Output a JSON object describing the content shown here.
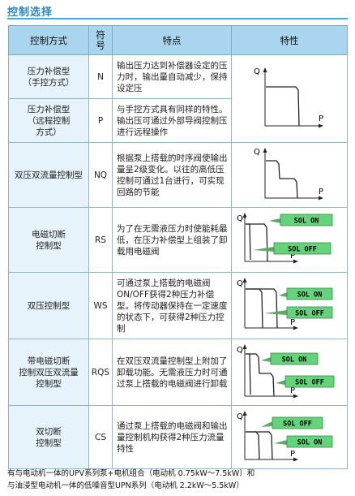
{
  "heading": "控制选择",
  "table": {
    "headers": {
      "method": "控制方式",
      "symbol": "符号",
      "feature": "特点",
      "character": "特性"
    },
    "rows": [
      {
        "name": "压力补偿型\n（手控方式）",
        "code": "N",
        "feature": "输出压力达到补偿器设定的压力时，输出量自动减少，保持设定压"
      },
      {
        "name": "压力补偿型\n（远程控制\n方式）",
        "code": "P",
        "feature": "与手控方式具有同样的特性。输出压可通过外部导阀控制压进行远程操作"
      },
      {
        "name": "双压双流量控制型",
        "code": "NQ",
        "feature": "根据泵上搭载的时序阀使输出量呈2级变化。以往的高低压控制可通过1台进行，可实现回路的节能"
      },
      {
        "name": "电磁切断\n控制型",
        "code": "RS",
        "feature": "为了在无需液压力时使能耗最低，在压力补偿型上组装了卸载用电磁阀"
      },
      {
        "name": "双压控制型",
        "code": "WS",
        "feature": "可通过泵上搭载的电磁阀ON/OFF获得2种压力补偿型。将传动器保持在一定速度的状态下，可获得2种压力控制"
      },
      {
        "name": "带电磁切断\n控制双压双流量\n控制型",
        "code": "RQS",
        "feature": "在双压双流量控制型上附加了卸载功能。无需液压力时可通过泵上搭载的电磁阀进行卸载"
      },
      {
        "name": "双切断\n控制型",
        "code": "CS",
        "feature": "通过泵上搭载的电磁阀和输出量控制机构获得2种压力流量特性"
      }
    ]
  },
  "graph_labels": {
    "q": "Q",
    "p": "P",
    "sol_on": "SOL ON",
    "sol_off": "SOL OFF"
  },
  "colors": {
    "heading": "#2a86b8",
    "header_bg": "#a9d6ee",
    "category_bg": "#e6f3fb",
    "callout": "#64d47a"
  },
  "footer": [
    "有与电动机一体的UPV系列泵+电机组合（电动机 0.75kW〜7.5kW）和",
    "与油浸型电动机一体的低噪音型UPN系列（电动机 2.2kW〜5.5kW）"
  ]
}
